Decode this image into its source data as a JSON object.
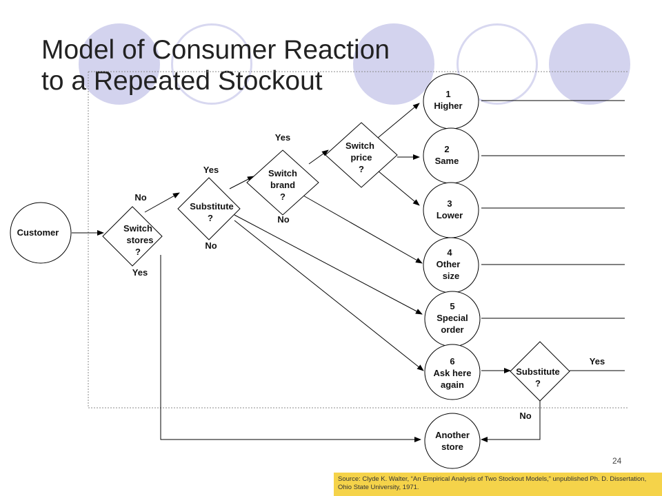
{
  "slide": {
    "title_line1": "Model of Consumer Reaction",
    "title_line2": "to a Repeated Stockout",
    "page_number": "24",
    "source": "Source: Clyde K. Walter, “An Empirical Analysis of Two Stockout Models,” unpublished Ph. D. Dissertation, Ohio State University, 1971.",
    "colors": {
      "accent_circle": "#d3d3ee",
      "ring": "#d8d8f0",
      "source_box": "#f5d34a"
    }
  },
  "diagram": {
    "start": {
      "label": "Customer"
    },
    "decisions": {
      "switch_stores": [
        "Switch",
        "stores",
        "?"
      ],
      "substitute": [
        "Substitute",
        "?"
      ],
      "switch_brand": [
        "Switch",
        "brand",
        "?"
      ],
      "switch_price": [
        "Switch",
        "price",
        "?"
      ],
      "substitute_again": [
        "Substitute",
        "?"
      ]
    },
    "outcomes": {
      "o1": [
        "1",
        "Higher"
      ],
      "o2": [
        "2",
        "Same"
      ],
      "o3": [
        "3",
        "Lower"
      ],
      "o4": [
        "4",
        "Other",
        "size"
      ],
      "o5": [
        "5",
        "Special",
        "order"
      ],
      "o6": [
        "6",
        "Ask here",
        "again"
      ],
      "another": [
        "Another",
        "store"
      ]
    },
    "branch_labels": {
      "stores_no": "No",
      "stores_yes": "Yes",
      "substitute_yes": "Yes",
      "substitute_no": "No",
      "brand_yes": "Yes",
      "brand_no": "No",
      "again_yes": "Yes",
      "again_no": "No"
    }
  }
}
